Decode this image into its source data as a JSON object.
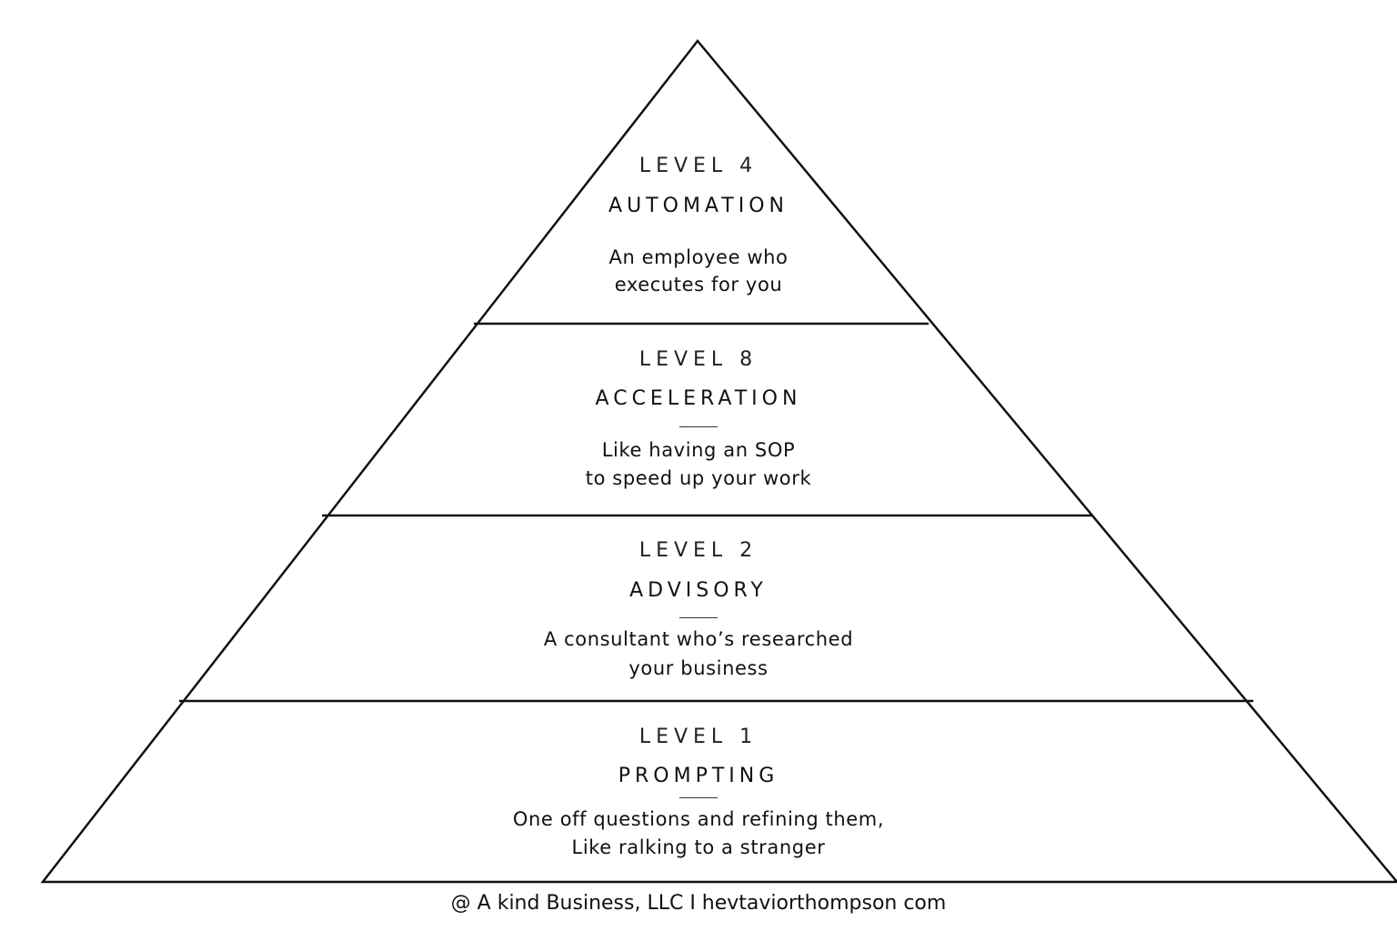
{
  "tiers": [
    {
      "level": "LEVEL 4",
      "title": "AUTOMATION",
      "has_rule": false,
      "desc_line1": "An employee who",
      "desc_line2": "executes for you"
    },
    {
      "level": "LEVEL 8",
      "title": "ACCELERATION",
      "has_rule": true,
      "desc_line1": "Like having an SOP",
      "desc_line2": "to speed up your work"
    },
    {
      "level": "LEVEL 2",
      "title": "ADVISORY",
      "has_rule": true,
      "desc_line1": "A consultant who’s researched",
      "desc_line2": "your business"
    },
    {
      "level": "LEVEL 1",
      "title": "PROMPTING",
      "has_rule": true,
      "desc_line1": "One off questions and refining them,",
      "desc_line2": "Like ralking to a stranger"
    }
  ],
  "footer": "@ A kind Business, LLC I hevtaviorthompson com",
  "colors": {
    "line": "#111111",
    "background": "#ffffff"
  }
}
